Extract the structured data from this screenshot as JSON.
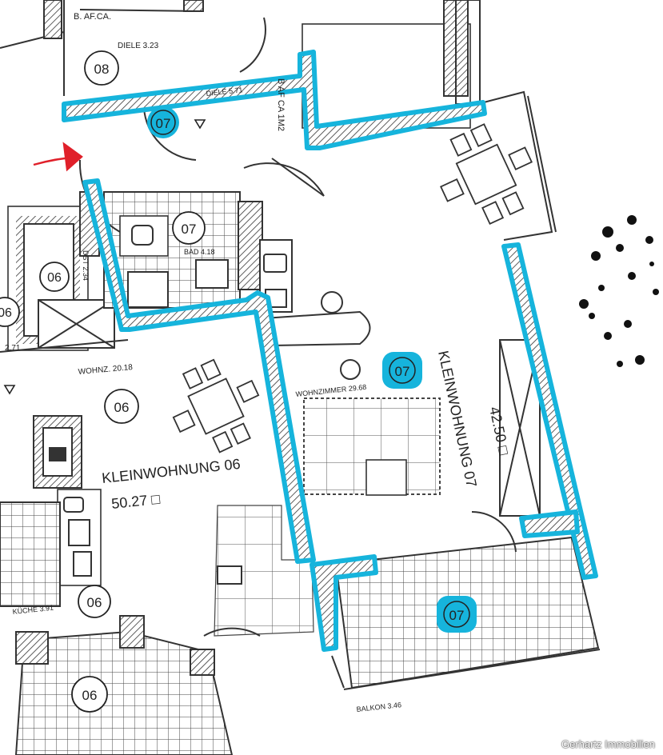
{
  "colors": {
    "highlight": "#16b4dc",
    "ink": "#222222",
    "marker": "#e0202a",
    "paper": "#ffffff"
  },
  "units": {
    "badge_07": "07",
    "badge_06": "06",
    "badge_08": "08",
    "unit07_title": "KLEINWOHNUNG 07",
    "unit07_area": "42.50 □",
    "unit06_title": "KLEINWOHNUNG 06",
    "unit06_area": "50.27 □"
  },
  "rooms": {
    "diele_upper": "DIELE 3.23",
    "diele_07": "DIELE 5.71",
    "bafca_top": "B. AF.CA.",
    "bafca_vert": "B AF CA 1M2",
    "bad": "BAD 4.18",
    "wohnzimmer_07": "WOHNZIMMER 29.68",
    "wohnz_06": "WOHNZ. 20.18",
    "kueche": "KÜCHE 3.91",
    "balkon": "BALKON 3.46",
    "dst": "DST 2.34",
    "level_small": "2.71"
  },
  "watermark": "Gerhartz Immobilien",
  "icons": {
    "entry": "arrow-icon",
    "table": "dining-table-icon",
    "level": "level-marker-icon"
  }
}
